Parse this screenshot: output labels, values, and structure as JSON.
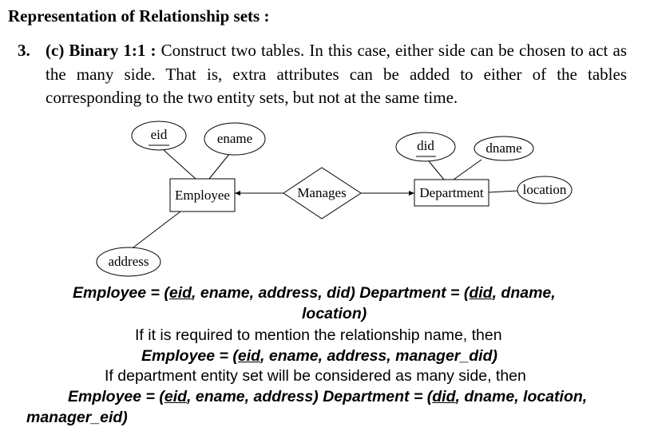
{
  "heading": "Representation of Relationship sets :",
  "item": {
    "number": "3.",
    "label": "(c) Binary 1:1 :",
    "text": "Construct two tables. In this case, either side can be chosen to act as the many side. That is, extra attributes can be added to either of the tables corresponding to the two entity sets, but not at the same time."
  },
  "diagram": {
    "entities": {
      "employee": "Employee",
      "department": "Department"
    },
    "relationship": "Manages",
    "attributes": {
      "eid": "eid",
      "ename": "ename",
      "address": "address",
      "did": "did",
      "dname": "dname",
      "location": "location"
    }
  },
  "schemas": {
    "line1a": "Employee = (",
    "line1_emp_key": "eid",
    "line1b": ", ename, address, did) Department = (",
    "line1_dept_key": "did",
    "line1c": ", dname,",
    "line2": "location)",
    "line3": "If it is required to mention the relationship name, then",
    "line4a": "Employee = (",
    "line4_key": "eid",
    "line4b": ", ename, address, manager_did)",
    "line5": "If department entity set will be considered as many side, then",
    "line6a": "Employee = (",
    "line6_emp_key": "eid",
    "line6b": ", ename, address) Department = (",
    "line6_dept_key": "did",
    "line6c": ", dname, location,",
    "line7": "manager_eid)"
  }
}
